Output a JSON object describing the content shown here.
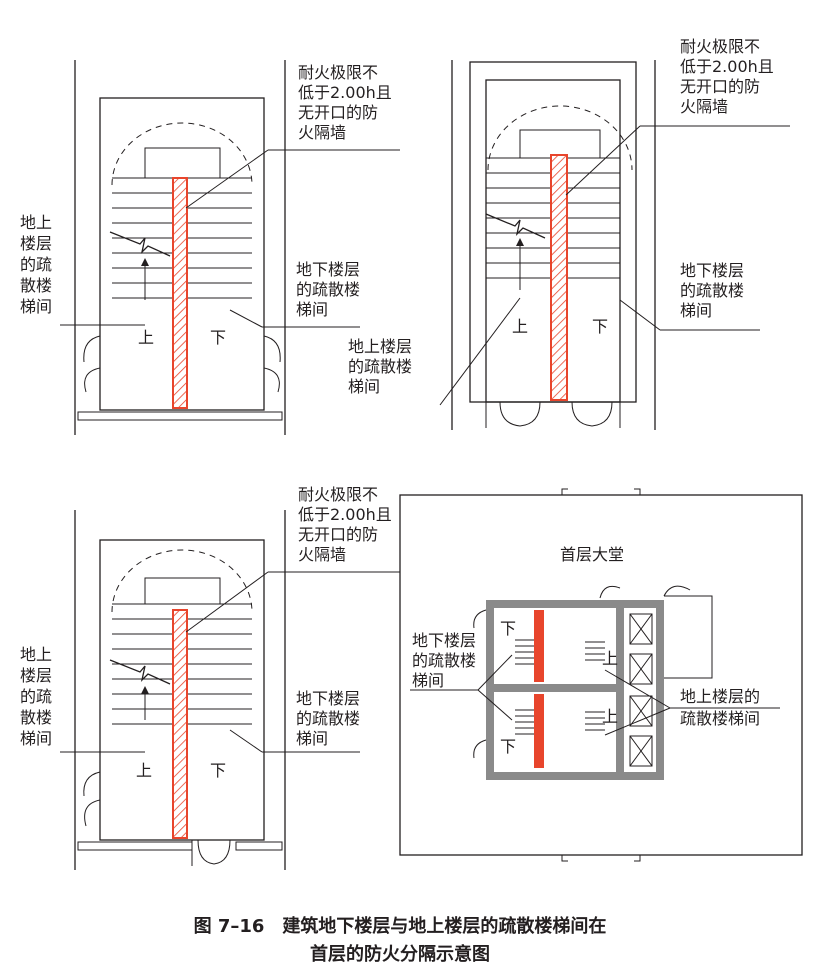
{
  "labels": {
    "fire_wall": [
      "耐火极限不",
      "低于2.00h且",
      "无开口的防",
      "火隔墙"
    ],
    "above_ground_vertical": [
      "地上",
      "楼层",
      "的疏",
      "散楼",
      "梯间"
    ],
    "above_ground_3line": [
      "地上楼层",
      "的疏散楼",
      "梯间"
    ],
    "below_ground_3line": [
      "地下楼层",
      "的疏散楼",
      "梯间"
    ],
    "up": "上",
    "down": "下",
    "lobby": "首层大堂",
    "plan_below": [
      "地下楼层",
      "的疏散楼",
      "梯间"
    ],
    "plan_above": [
      "地上楼层的",
      "疏散楼梯间"
    ]
  },
  "caption": {
    "line1": "图 7–16　建筑地下楼层与地上楼层的疏散楼梯间在",
    "line2": "首层的防火分隔示意图"
  },
  "colors": {
    "fire_wall": "#e8452c",
    "ink": "#231f20",
    "wall_fill": "#8a8a8a"
  }
}
